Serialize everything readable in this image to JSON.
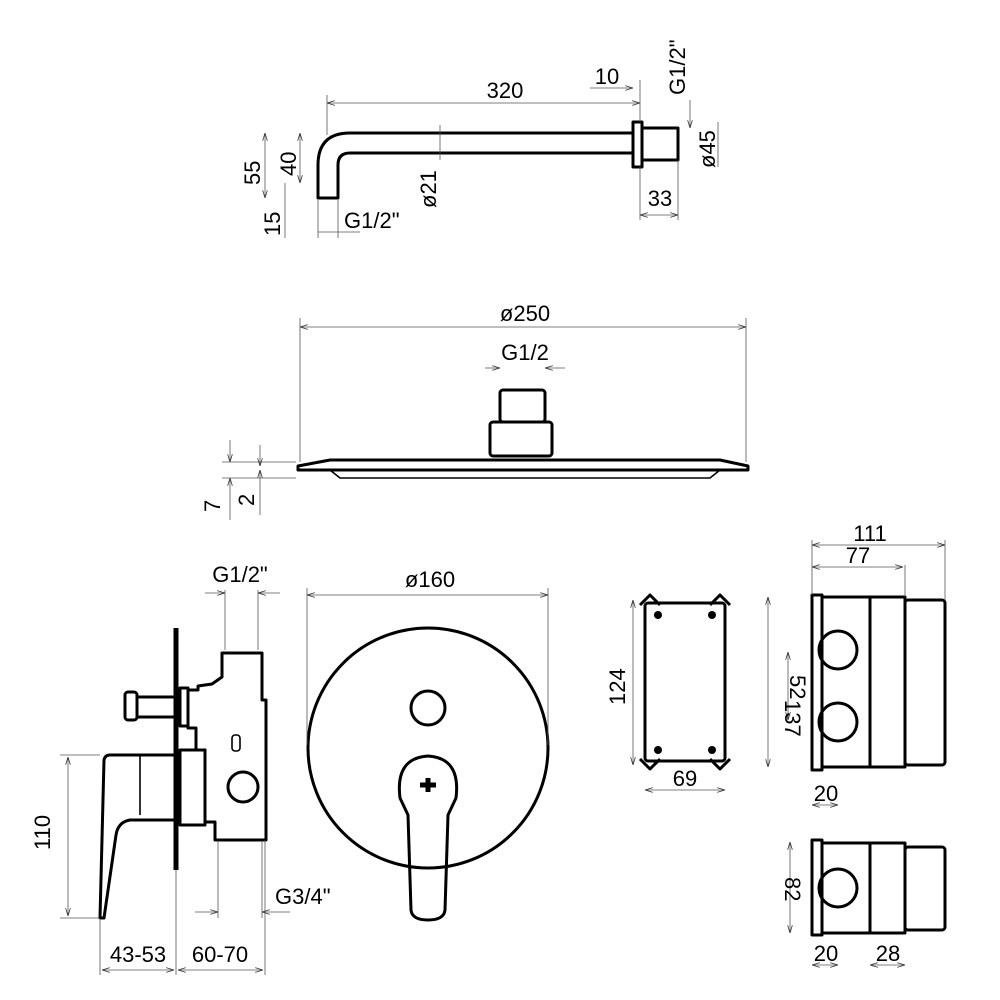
{
  "colors": {
    "line": "#000000",
    "dimension": "#555555",
    "background": "#ffffff"
  },
  "shower_arm": {
    "length": "320",
    "flange": "10",
    "thread_wall": "G1/2\"",
    "diameter_flange": "ø45",
    "nipple": "33",
    "height": "55",
    "drop": "40",
    "end": "15",
    "pipe_diameter": "ø21",
    "thread_end": "G1/2\""
  },
  "shower_head": {
    "diameter": "ø250",
    "thread": "G1/2",
    "thickness": "7",
    "edge": "2"
  },
  "mixer": {
    "thread_top": "G1/2\"",
    "rosette_diameter": "ø160",
    "height": "110",
    "depth_1": "43-53",
    "depth_2": "60-70",
    "thread_bottom": "G3/4\""
  },
  "box_front": {
    "height": "124",
    "width": "69"
  },
  "box_side": {
    "total": "111",
    "body": "77",
    "height": "137",
    "spacing": "52",
    "offset": "20"
  },
  "box_side_small": {
    "height": "82",
    "offset": "20",
    "depth": "28"
  }
}
